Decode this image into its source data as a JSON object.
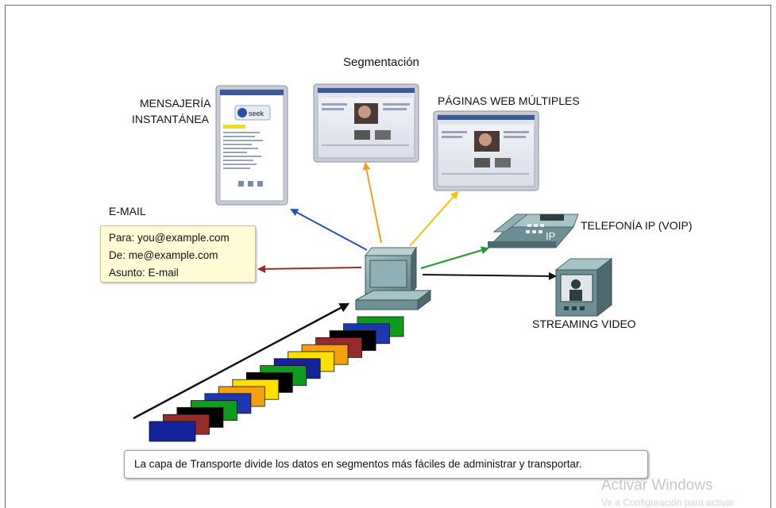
{
  "labels": {
    "segmentacion": "Segmentación",
    "mensajeria_line1": "MENSAJERÍA",
    "mensajeria_line2": "INSTANTÁNEA",
    "paginas_web": "PÁGINAS WEB MÚLTIPLES",
    "email": "E-MAIL",
    "telefonia": "TELEFONÍA IP (VOIP)",
    "streaming": "STREAMING VIDEO"
  },
  "email_box": {
    "para": "Para: you@example.com",
    "de": "De: me@example.com",
    "asunto": "Asunto: E-mail"
  },
  "phone_display_text": "IP",
  "im_window_text": "seek",
  "caption": "La capa de Transporte divide los datos en segmentos más fáciles de administrar y transportar.",
  "watermark": {
    "title": "Activar Windows",
    "subtitle": "Ve a Configuración para activar"
  },
  "colors": {
    "arrow_im": "#2553b0",
    "arrow_segmentacion": "#f0a020",
    "arrow_paginas": "#f2c400",
    "arrow_email": "#9a2b2b",
    "arrow_voip": "#1f9a2a",
    "arrow_streaming": "#111111",
    "email_box_bg": "#fffbd4"
  },
  "segments_colors": [
    "#12239c",
    "#952b2b",
    "#000000",
    "#0d9c1d",
    "#1c37b0",
    "#f5a011",
    "#fde000",
    "#000000",
    "#0d9c1d",
    "#12239c",
    "#fde000",
    "#f5a011",
    "#952b2b",
    "#000000",
    "#1c37b0",
    "#0d9c1d"
  ]
}
